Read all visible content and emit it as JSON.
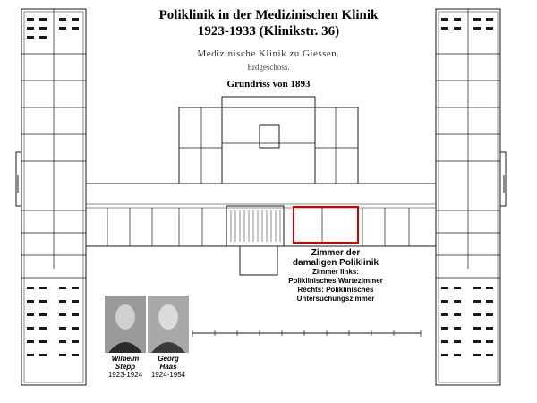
{
  "title_line1": "Poliklinik in der Medizinischen Klinik",
  "title_line2": "1923-1933 (Klinikstr. 36)",
  "plan_title": "Medizinische Klinik zu Giessen.",
  "plan_floor": "Erdgeschoss.",
  "plan_date": "Grundriss von 1893",
  "annotation": {
    "line1": "Zimmer der",
    "line2": "damaligen Poliklinik",
    "line3": "Zimmer links:",
    "line4": "Poliklinisches Wartezimmer",
    "line5": "Rechts: Poliklinisches",
    "line6": "Untersuchungszimmer"
  },
  "persons": [
    {
      "first": "Wilhelm",
      "last": "Stepp",
      "years": "1923-1924"
    },
    {
      "first": "Georg",
      "last": "Haas",
      "years": "1924-1954"
    }
  ],
  "colors": {
    "highlight": "#d40000",
    "ink": "#1a1a1a",
    "paper": "#ffffff"
  }
}
